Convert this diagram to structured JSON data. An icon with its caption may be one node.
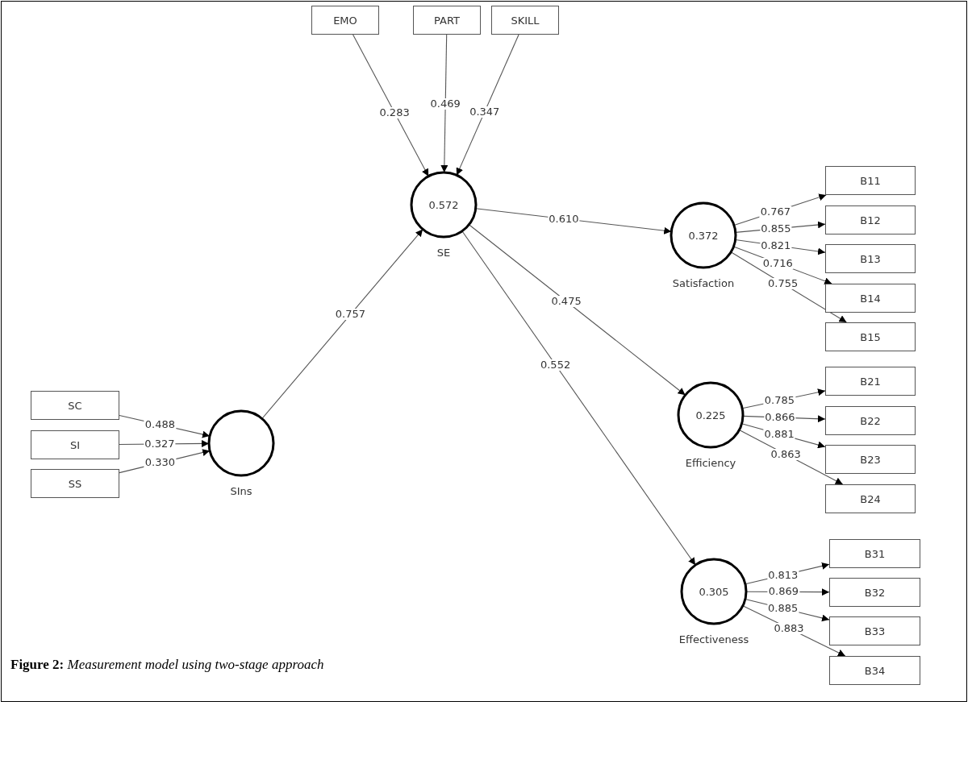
{
  "diagram": {
    "caption": "**Figure 2:** *Measurement model using two-stage approach*",
    "nodes": [
      {
        "text": [
          "EMO"
        ]
      },
      {
        "text": [
          "PART"
        ]
      },
      {
        "text": [
          "SKILL"
        ]
      },
      {
        "text": [
          "0.572",
          "SE"
        ]
      },
      {
        "text": [
          "0.372",
          "Satisfaction"
        ]
      },
      {
        "text": [
          "B11"
        ]
      },
      {
        "text": [
          "B12"
        ]
      },
      {
        "text": [
          "B13"
        ]
      },
      {
        "text": [
          "B14"
        ]
      },
      {
        "text": [
          "B15"
        ]
      },
      {
        "text": [
          "0.225",
          "Efficiency"
        ]
      },
      {
        "text": [
          "B21"
        ]
      },
      {
        "text": [
          "B22"
        ]
      },
      {
        "text": [
          "B23"
        ]
      },
      {
        "text": [
          "B24"
        ]
      },
      {
        "text": [
          "SC"
        ]
      },
      {
        "text": [
          "SI"
        ]
      },
      {
        "text": [
          "SS"
        ]
      },
      {
        "text": [
          "SIns"
        ]
      },
      {
        "text": [
          "0.305",
          "Effectiveness"
        ]
      },
      {
        "text": [
          "B31"
        ]
      },
      {
        "text": [
          "B32"
        ]
      },
      {
        "text": [
          "B33"
        ]
      },
      {
        "text": [
          "B34"
        ]
      }
    ],
    "edges": [
      {
        "from": 0,
        "to": 3,
        "arrow": "to",
        "label": "0.283"
      },
      {
        "from": 1,
        "to": 3,
        "arrow": "to",
        "label": "0.469"
      },
      {
        "from": 2,
        "to": 3,
        "arrow": "to",
        "label": "0.347"
      },
      {
        "from": 3,
        "to": 4,
        "arrow": "to",
        "label": "0.610"
      },
      {
        "from": 3,
        "to": 10,
        "arrow": "to",
        "label": "0.475"
      },
      {
        "from": 3,
        "to": 19,
        "arrow": "to",
        "label": "0.552"
      },
      {
        "from": 18,
        "to": 3,
        "arrow": "to",
        "label": "0.757"
      },
      {
        "from": 4,
        "to": 5,
        "arrow": "to",
        "label": "0.767"
      },
      {
        "from": 4,
        "to": 6,
        "arrow": "to",
        "label": "0.855"
      },
      {
        "from": 4,
        "to": 7,
        "arrow": "to",
        "label": "0.821"
      },
      {
        "from": 4,
        "to": 8,
        "arrow": "to",
        "label": "0.716"
      },
      {
        "from": 4,
        "to": 9,
        "arrow": "to",
        "label": "0.755"
      },
      {
        "from": 10,
        "to": 11,
        "arrow": "to",
        "label": "0.785"
      },
      {
        "from": 10,
        "to": 12,
        "arrow": "to",
        "label": "0.866"
      },
      {
        "from": 10,
        "to": 13,
        "arrow": "to",
        "label": "0.881"
      },
      {
        "from": 10,
        "to": 14,
        "arrow": "to",
        "label": "0.863"
      },
      {
        "from": 15,
        "to": 18,
        "arrow": "to",
        "label": "0.488"
      },
      {
        "from": 16,
        "to": 18,
        "arrow": "to",
        "label": "0.327"
      },
      {
        "from": 17,
        "to": 18,
        "arrow": "to",
        "label": "0.330"
      },
      {
        "from": 19,
        "to": 20,
        "arrow": "to",
        "label": "0.813"
      },
      {
        "from": 19,
        "to": 21,
        "arrow": "to",
        "label": "0.869"
      },
      {
        "from": 19,
        "to": 22,
        "arrow": "to",
        "label": "0.885"
      },
      {
        "from": 19,
        "to": 23,
        "arrow": "to",
        "label": "0.883"
      }
    ]
  }
}
